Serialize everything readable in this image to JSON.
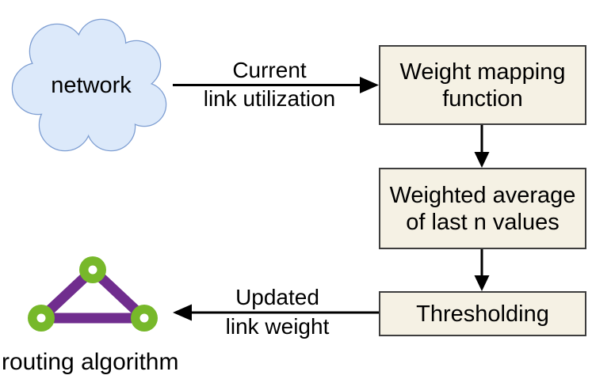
{
  "colors": {
    "background": "#ffffff",
    "cloud_fill": "#dce9fa",
    "cloud_stroke": "#7e9ed2",
    "box_fill": "#f5f1e4",
    "box_stroke": "#3d3d3d",
    "arrow": "#000000",
    "node_green": "#77b82a",
    "edge_purple": "#702d8e",
    "node_hole": "#ffffff",
    "text": "#000000"
  },
  "cloud": {
    "label": "network"
  },
  "arrows": {
    "to_weight_mapping": {
      "label_line1": "Current",
      "label_line2": "link utilization"
    },
    "to_routing": {
      "label_line1": "Updated",
      "label_line2": "link weight"
    }
  },
  "boxes": [
    {
      "name": "weight-mapping-function",
      "lines": [
        "Weight mapping",
        "function"
      ]
    },
    {
      "name": "weighted-average",
      "lines": [
        "Weighted average",
        "of last n values"
      ]
    },
    {
      "name": "thresholding",
      "lines": [
        "Thresholding"
      ]
    }
  ],
  "graph": {
    "label": "routing algorithm"
  }
}
